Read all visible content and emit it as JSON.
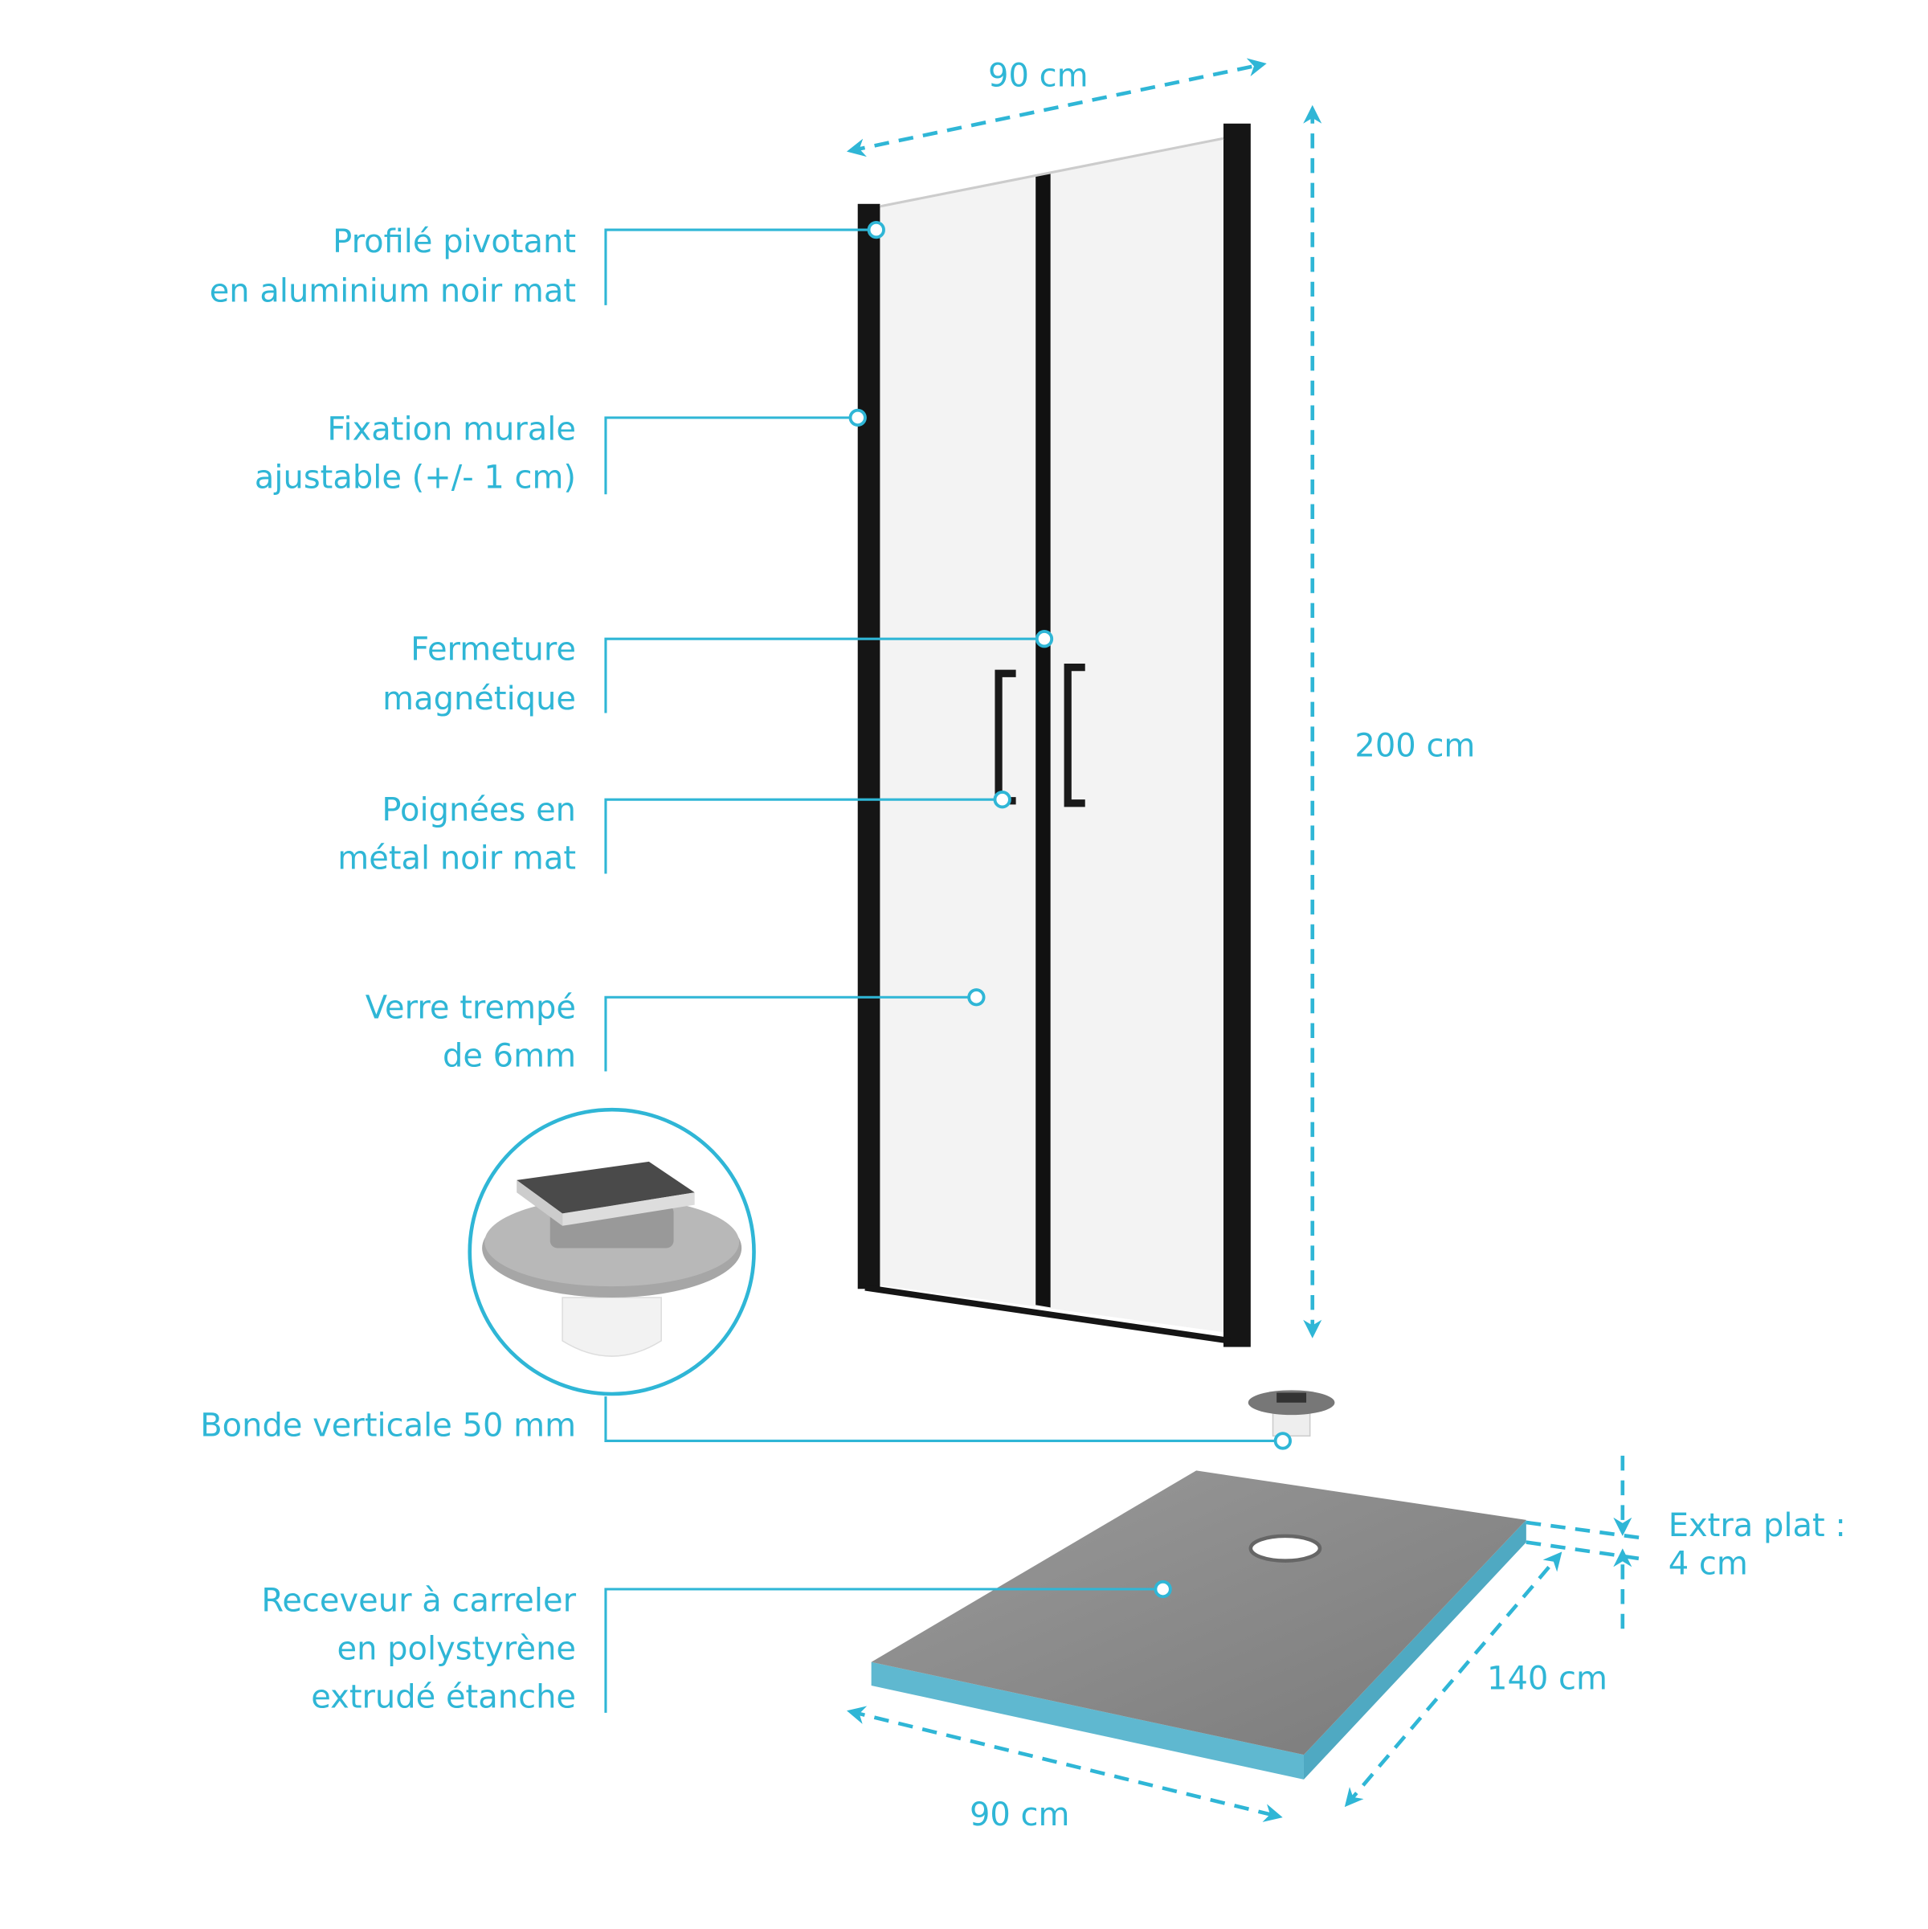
{
  "colors": {
    "accent": "#2fb6d6",
    "frame": "#151515",
    "tray": "#8a8a8a",
    "foam": "#5fb8d0"
  },
  "labels": {
    "profile": [
      "Profilé pivotant",
      "en aluminium noir mat"
    ],
    "wall_fixing": [
      "Fixation murale",
      "ajustable (+/- 1 cm)"
    ],
    "closure": [
      "Fermeture",
      "magnétique"
    ],
    "handles": [
      "Poignées en",
      "métal noir mat"
    ],
    "glass": [
      "Verre trempé",
      "de 6mm"
    ],
    "drain": [
      "Bonde verticale 50 mm"
    ],
    "tray": [
      "Receveur à carreler",
      "en polystyrène",
      "extrudé étanche"
    ]
  },
  "dimensions": {
    "door_width": "90 cm",
    "door_height": "200 cm",
    "tray_width": "90 cm",
    "tray_length": "140 cm",
    "tray_thickness": [
      "Extra plat :",
      "4 cm"
    ]
  }
}
